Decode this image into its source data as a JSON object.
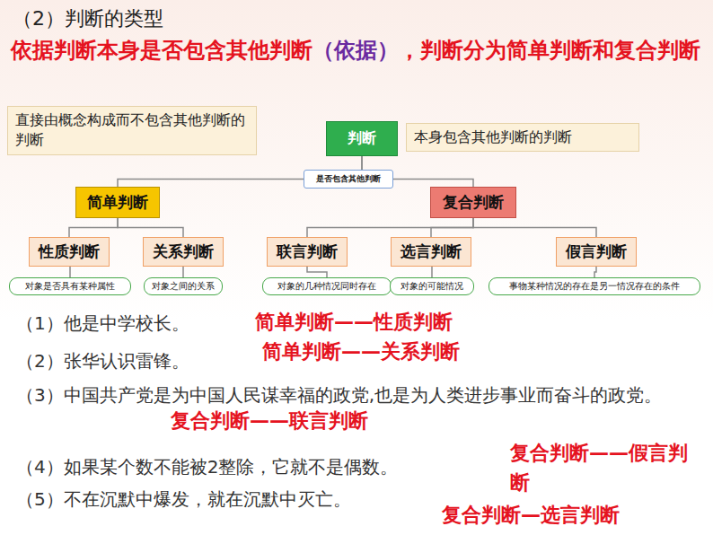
{
  "diagram": {
    "title": "（2）判断的类型",
    "nodes": [
      {
        "text": [
          "直接由概念构成而不包含其他判断的判断"
        ]
      },
      {
        "text": [
          "判断"
        ]
      },
      {
        "text": [
          "本身包含其他判断的判断"
        ]
      },
      {
        "text": [
          "是否包含其他判断"
        ]
      },
      {
        "text": [
          "简单判断"
        ]
      },
      {
        "text": [
          "复合判断"
        ]
      },
      {
        "text": [
          "性质判断"
        ]
      },
      {
        "text": [
          "关系判断"
        ]
      },
      {
        "text": [
          "联言判断"
        ]
      },
      {
        "text": [
          "选言判断"
        ]
      },
      {
        "text": [
          "假言判断"
        ]
      },
      {
        "text": [
          "对象是否具有某种属性"
        ]
      },
      {
        "text": [
          "对象之间的关系"
        ]
      },
      {
        "text": [
          "对象的几种情况同时存在"
        ]
      },
      {
        "text": [
          "对象的可能情况"
        ]
      },
      {
        "text": [
          "事物某种情况的存在是另一情况存在的条件"
        ]
      }
    ],
    "edges": [
      {
        "from": 1,
        "to": 4,
        "arrow": "none"
      },
      {
        "from": 1,
        "to": 5,
        "arrow": "none"
      },
      {
        "from": 4,
        "to": 6,
        "arrow": "none"
      },
      {
        "from": 4,
        "to": 7,
        "arrow": "none"
      },
      {
        "from": 5,
        "to": 8,
        "arrow": "none"
      },
      {
        "from": 5,
        "to": 9,
        "arrow": "none"
      },
      {
        "from": 5,
        "to": 10,
        "arrow": "none"
      },
      {
        "from": 6,
        "to": 11,
        "arrow": "none"
      },
      {
        "from": 7,
        "to": 12,
        "arrow": "none"
      },
      {
        "from": 8,
        "to": 13,
        "arrow": "none"
      },
      {
        "from": 9,
        "to": 14,
        "arrow": "none"
      },
      {
        "from": 10,
        "to": 15,
        "arrow": "none"
      }
    ],
    "labels": [
      "依据判断本身是否包含其他判断",
      "（依据）",
      "，判断分为简单判断和复合判断",
      "（1）他是中学校长。",
      "简单判断——性质判断",
      "（2）张华认识雷锋。",
      "简单判断——关系判断",
      "（3）中国共产党是为中国人民谋幸福的政党,也是为人类进步事业而奋斗的政党。",
      "复合判断——联言判断",
      "（4）如果某个数不能被2整除，它就不是偶数。",
      "复合判断——假言判断",
      "（5）不在沉默中爆发，就在沉默中灭亡。",
      "复合判断—选言判断"
    ]
  }
}
